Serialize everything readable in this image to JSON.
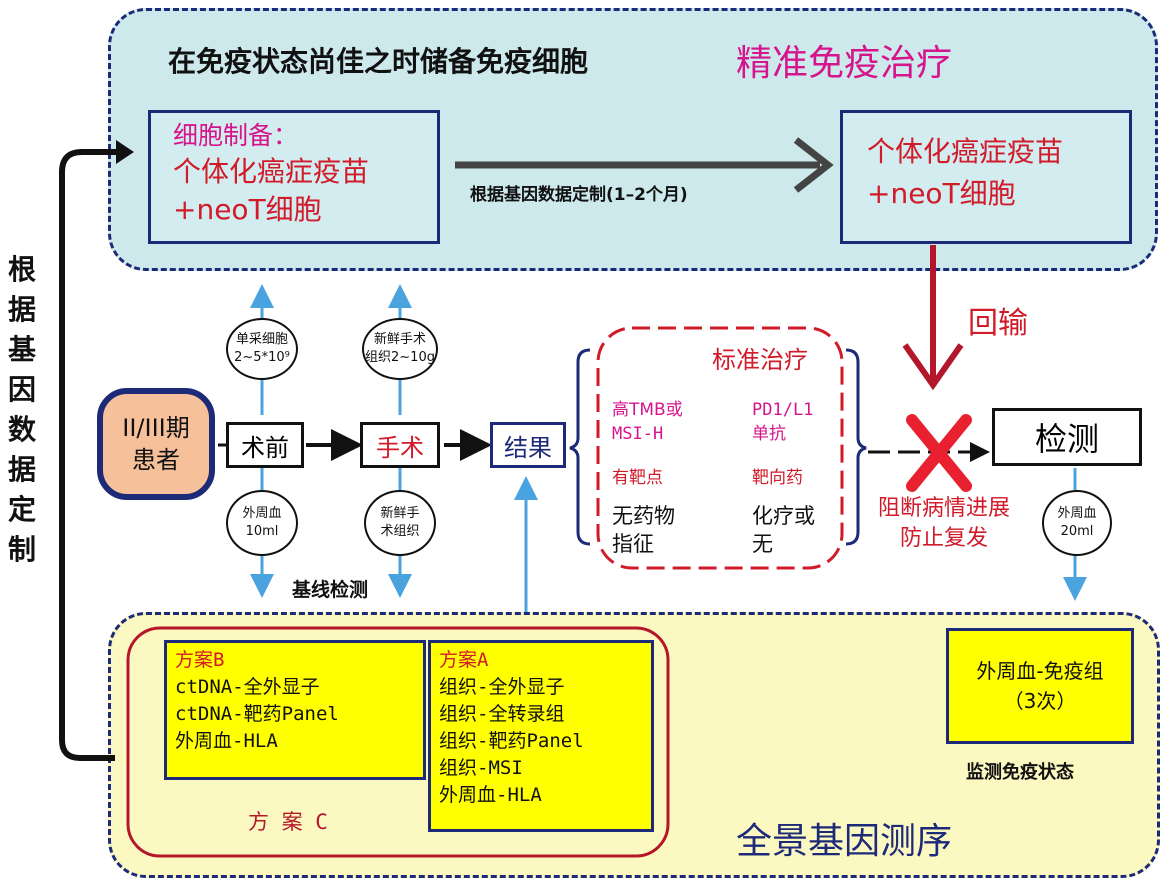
{
  "left_label": [
    "根",
    "据",
    "基",
    "因",
    "数",
    "据",
    "定",
    "制"
  ],
  "top": {
    "heading": "在免疫状态尚佳之时储备免疫细胞",
    "heading_accent": "精准免疫治疗",
    "cell_prep": {
      "line1": "细胞制备：",
      "line2": "个体化癌症疫苗",
      "line3": "+neoT细胞"
    },
    "arrow_label": "根据基因数据定制(1–2个月)",
    "result": {
      "line1": "个体化癌症疫苗",
      "line2": "+neoT细胞"
    }
  },
  "reinfusion": "回输",
  "patient": {
    "line1": "II/III期",
    "line2": "患者"
  },
  "steps": {
    "preop": "术前",
    "surgery": "手术",
    "result": "结果",
    "detect": "检测"
  },
  "circles": {
    "apheresis": {
      "line1": "单采细胞",
      "line2": "2~5*10⁹"
    },
    "fresh_tissue_top": {
      "line1": "新鲜手术",
      "line2": "组织2~10g"
    },
    "blood_10": {
      "line1": "外周血",
      "line2": "10ml"
    },
    "fresh_tissue_bottom": {
      "line1": "新鲜手",
      "line2": "术组织"
    },
    "blood_20": {
      "line1": "外周血",
      "line2": "20ml"
    }
  },
  "baseline": "基线检测",
  "standard": {
    "title": "标准治疗",
    "rows": [
      {
        "left1": "高TMB或",
        "left2": "MSI-H",
        "right1": "PD1/L1",
        "right2": "单抗"
      },
      {
        "left1": "有靶点",
        "left2": "",
        "right1": "靶向药",
        "right2": ""
      },
      {
        "left1": "无药物",
        "left2": "指征",
        "right1": "化疗或",
        "right2": "无"
      }
    ]
  },
  "block": {
    "line1": "阻断病情进展",
    "line2": "防止复发"
  },
  "plan_b": {
    "title": "方案B",
    "items": [
      "ctDNA-全外显子",
      "ctDNA-靶药Panel",
      "外周血-HLA"
    ]
  },
  "plan_a": {
    "title": "方案A",
    "items": [
      "组织-全外显子",
      "组织-全转录组",
      "组织-靶药Panel",
      "组织-MSI",
      "外周血-HLA"
    ]
  },
  "plan_c": "方 案 C",
  "immune_group": {
    "line1": "外周血-免疫组",
    "line2": "（3次）"
  },
  "monitor": "监测免疫状态",
  "genome": "全景基因测序",
  "colors": {
    "navy": "#1c2a78",
    "magenta": "#d6148c",
    "red": "#d11a2a",
    "blue_arrow": "#4aa3df",
    "dark_red": "#b5172a"
  }
}
